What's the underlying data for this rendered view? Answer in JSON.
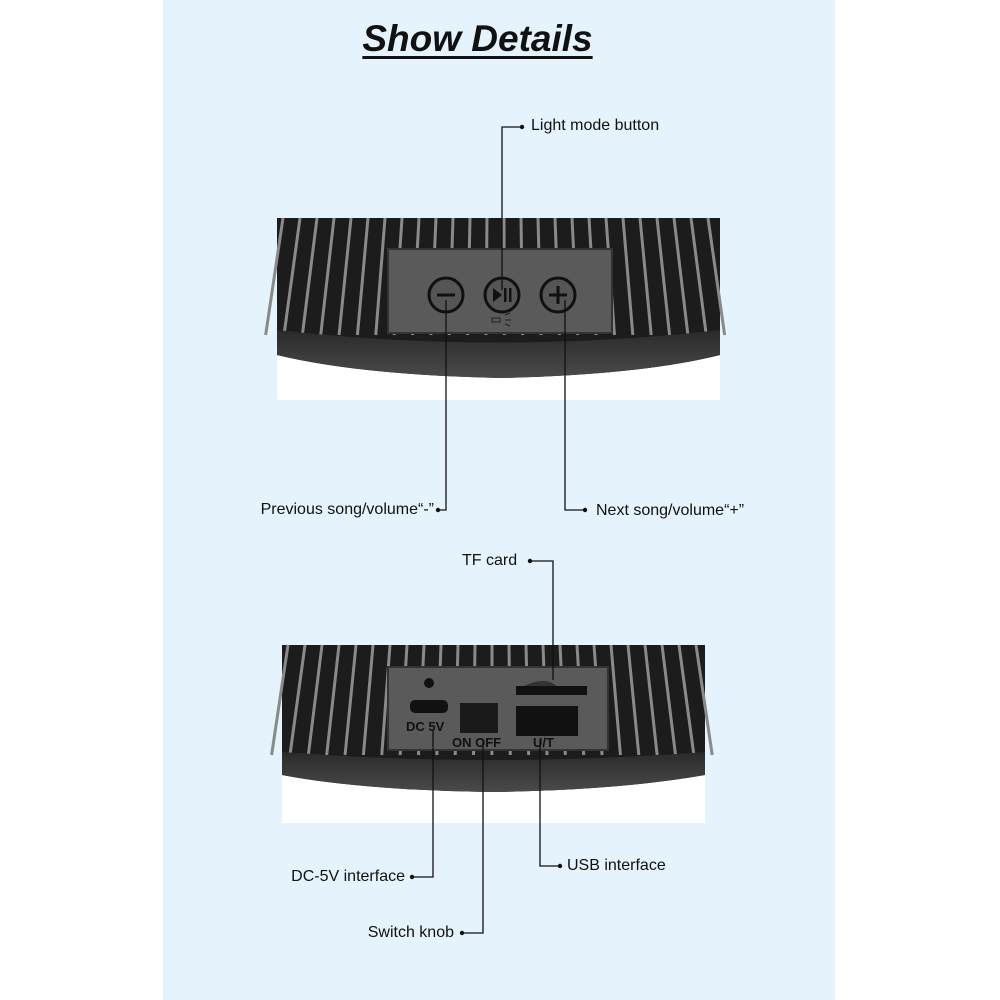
{
  "title": "Show Details",
  "top_view": {
    "callouts": {
      "light_mode": "Light mode button",
      "previous": "Previous song/volume“-”",
      "next": "Next song/volume“+”"
    }
  },
  "bottom_view": {
    "panel_labels": {
      "dc": "DC 5V",
      "switch": "ON OFF",
      "usb": "U/T"
    },
    "callouts": {
      "tf": "TF card",
      "dc": "DC-5V interface",
      "switch": "Switch knob",
      "usb": "USB interface"
    }
  }
}
